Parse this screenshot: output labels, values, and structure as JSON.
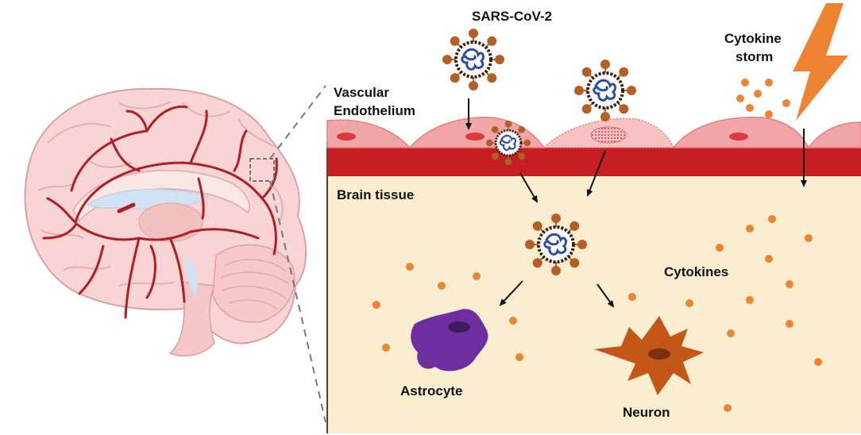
{
  "labels": {
    "virus": "SARS-CoV-2",
    "endothelium_line1": "Vascular",
    "endothelium_line2": "Endothelium",
    "cytokine_storm_line1": "Cytokine",
    "cytokine_storm_line2": "storm",
    "brain_tissue": "Brain tissue",
    "cytokines": "Cytokines",
    "astrocyte": "Astrocyte",
    "neuron": "Neuron"
  },
  "colors": {
    "tissue_bg": "#fbedcf",
    "endothelium": "#f1a5a6",
    "endothelium_dark": "#e47f82",
    "vessel_wall": "#c71e22",
    "cell_nucleus": "#dd3a40",
    "virus_spike": "#b35f25",
    "virus_ring": "#3a1f12",
    "virus_rna": "#2f4da1",
    "cytokine": "#ee8331",
    "lightning": "#ee8331",
    "astrocyte": "#6f2fa0",
    "astrocyte_nucleus": "#3f1a5e",
    "neuron": "#c45718",
    "neuron_nucleus": "#7b300b",
    "brain": "#f8d4d4",
    "brain_outline": "#d9a2a2",
    "artery": "#b01d23",
    "ventricle": "#cfe1f2",
    "zoom_line": "#777777"
  },
  "icons": [
    "brain-illustration",
    "virus-icon",
    "lightning-bolt-icon",
    "cytokine-dot-icon",
    "astrocyte-cell-icon",
    "neuron-cell-icon",
    "arrow-icon"
  ]
}
